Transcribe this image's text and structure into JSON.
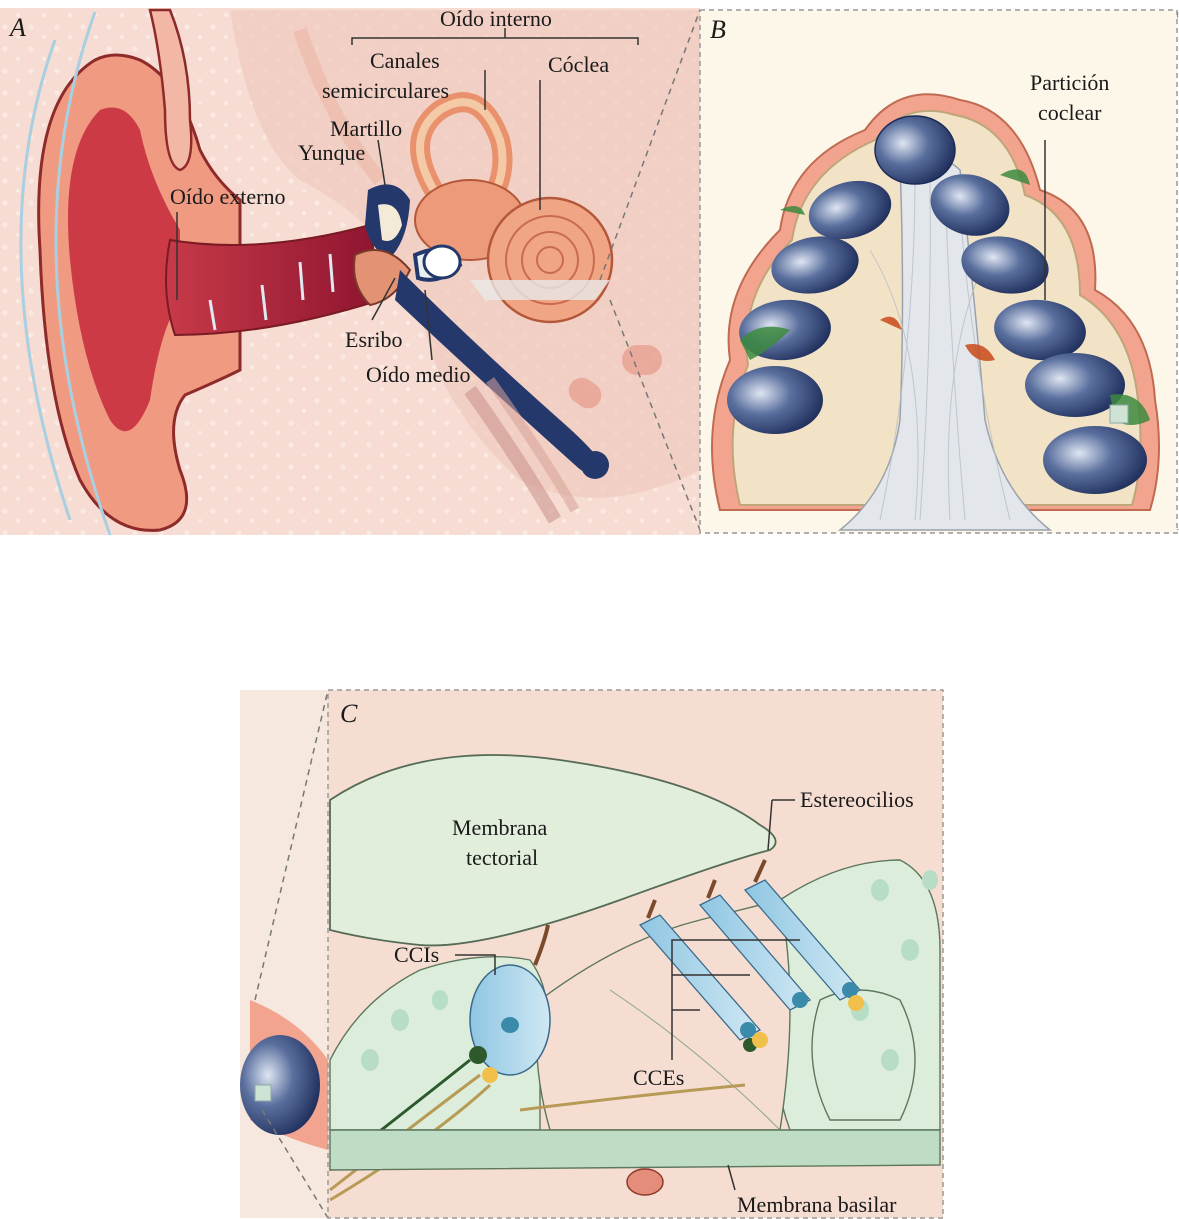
{
  "panel_a": {
    "letter": "A",
    "labels": {
      "inner_ear": "Oído interno",
      "semicircular_1": "Canales",
      "semicircular_2": "semicirculares",
      "cochlea": "Cóclea",
      "malleus": "Martillo",
      "incus": "Yunque",
      "outer_ear": "Oído externo",
      "stapes": "Esribo",
      "middle_ear": "Oído medio"
    }
  },
  "panel_b": {
    "letter": "B",
    "labels": {
      "partition_1": "Partición",
      "partition_2": "coclear"
    }
  },
  "panel_c": {
    "letter": "C",
    "labels": {
      "stereocilia": "Estereocilios",
      "tectorial_1": "Membrana",
      "tectorial_2": "tectorial",
      "ihc": "CCIs",
      "ohc": "CCEs",
      "basilar": "Membrana basilar"
    }
  },
  "colors": {
    "background_pink": "#f6dcd2",
    "skin": "#f0a58e",
    "canal_red": "#b8243a",
    "cochlea_navy": "#24386b",
    "cell_blue": "#a8d4ea",
    "support_green": "#d8ecd6"
  }
}
